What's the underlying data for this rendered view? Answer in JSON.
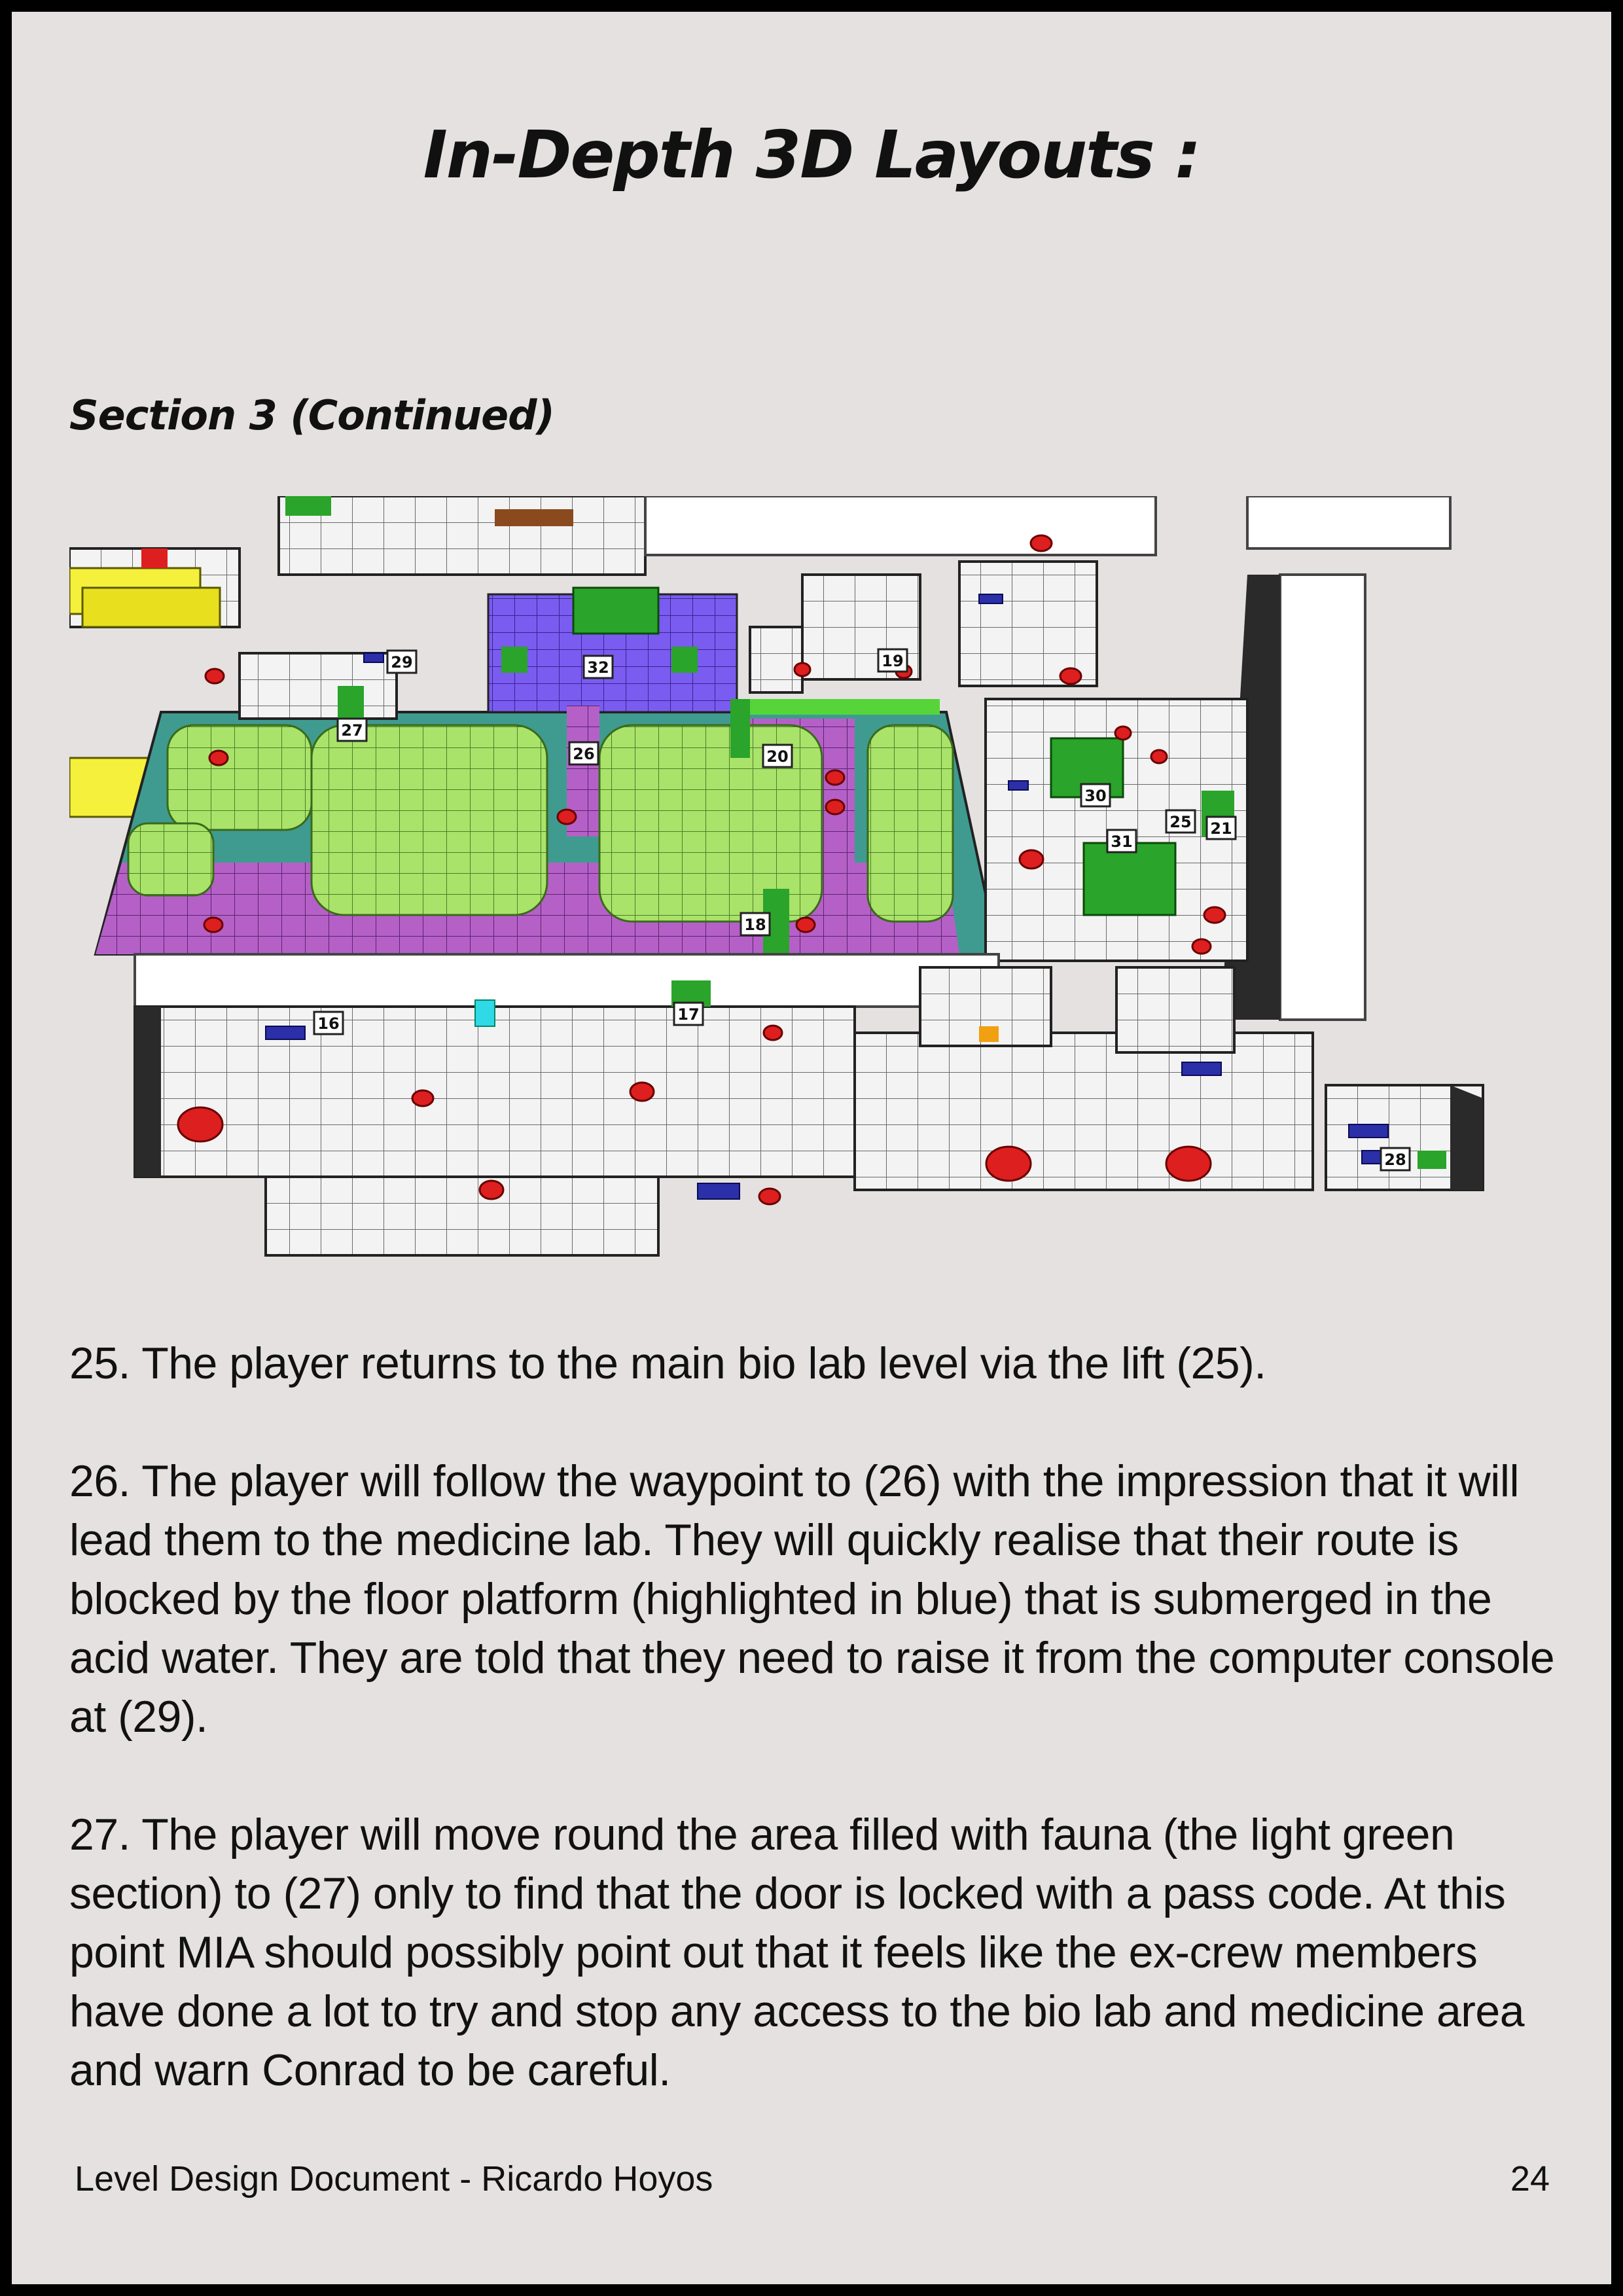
{
  "header": {
    "title": "In-Depth 3D Layouts :"
  },
  "section": {
    "heading": "Section 3 (Continued)"
  },
  "map": {
    "labels": [
      "16",
      "17",
      "18",
      "19",
      "20",
      "21",
      "25",
      "26",
      "27",
      "28",
      "29",
      "30",
      "31",
      "32"
    ],
    "colors": {
      "floor_tile": "#f3f3f3",
      "grid_line": "#6a6a6a",
      "wall": "#ffffff",
      "wall_shadow": "#2a2a2a",
      "fauna": "#a9e36a",
      "walkway": "#b560c7",
      "platform": "#7a5cf0",
      "acid_water": "#3f9b8f",
      "block_green": "#2aa42a",
      "block_yellow": "#f5f03b",
      "object_red": "#dd1f1f",
      "object_blue": "#2b2fa8",
      "object_cyan": "#2fd9e6",
      "object_orange": "#f0a010"
    }
  },
  "body": {
    "paragraphs": [
      "25. The player returns to the main bio lab level via the lift (25).",
      "26. The player will follow the waypoint to (26) with the impression that it will lead them to the medicine lab. They will quickly realise that their route is blocked by the floor platform (highlighted in blue) that is submerged in the acid water. They are told that they need to raise it from the computer console at (29).",
      "27. The player will move round the area filled with fauna (the light green section) to (27) only to find that the door is locked with a pass code. At this point MIA should possibly point out that it feels like the ex-crew members have done a lot to try and stop any access to the bio lab and medicine area and warn Conrad to be careful."
    ]
  },
  "footer": {
    "document_label": "Level Design Document - Ricardo Hoyos",
    "page_number": "24"
  }
}
